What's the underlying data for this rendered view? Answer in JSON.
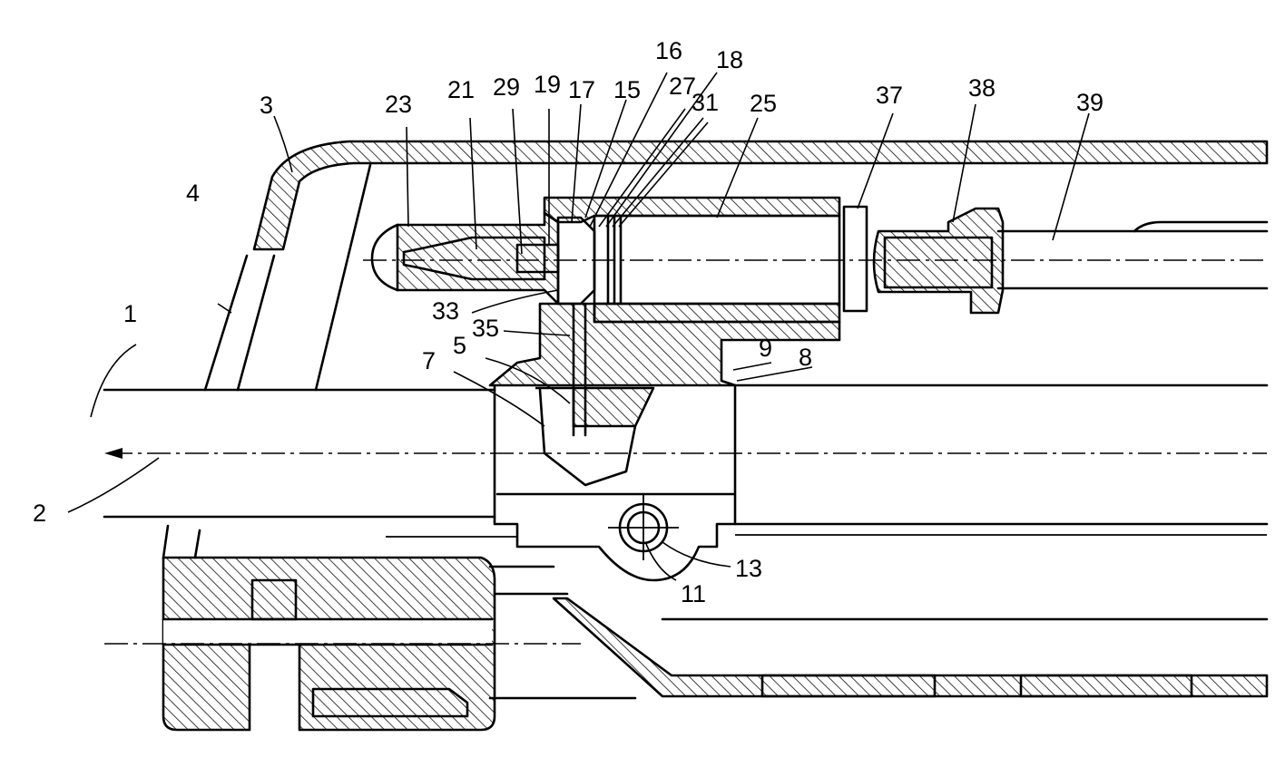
{
  "labels": {
    "l1": "1",
    "l2": "2",
    "l3": "3",
    "l4": "4",
    "l5": "5",
    "l7": "7",
    "l8": "8",
    "l9": "9",
    "l11": "11",
    "l13": "13",
    "l15": "15",
    "l16": "16",
    "l17": "17",
    "l18": "18",
    "l19": "19",
    "l21": "21",
    "l23": "23",
    "l25": "25",
    "l27": "27",
    "l29": "29",
    "l31": "31",
    "l33": "33",
    "l35": "35",
    "l37": "37",
    "l38": "38",
    "l39": "39"
  }
}
